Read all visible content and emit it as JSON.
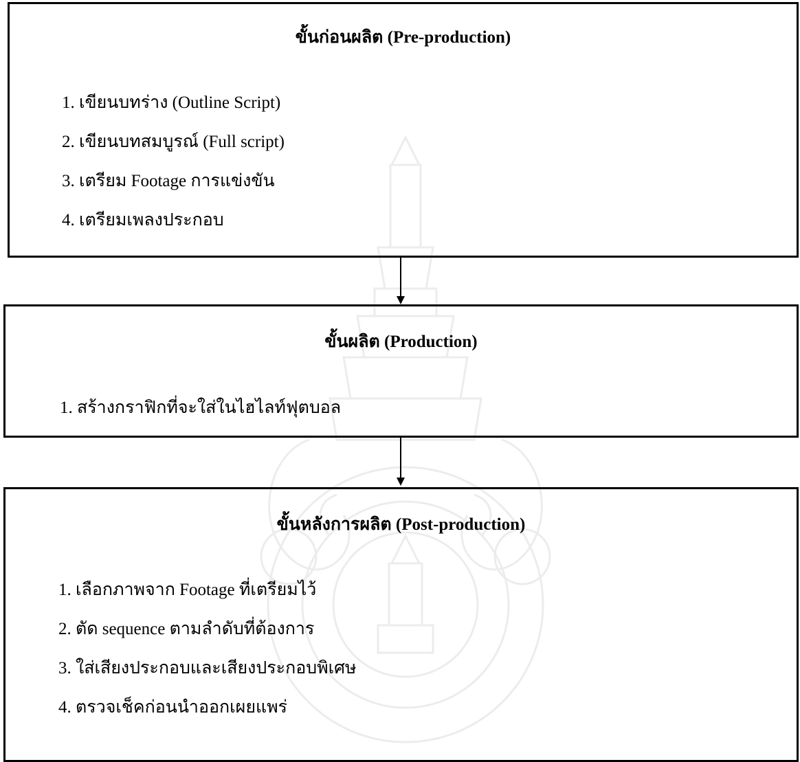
{
  "stages": [
    {
      "title": "ขั้นก่อนผลิต (Pre-production)",
      "items": [
        "1. เขียนบทร่าง (Outline Script)",
        "2. เขียนบทสมบูรณ์ (Full script)",
        "3. เตรียม Footage การแข่งขัน",
        "4. เตรียมเพลงประกอบ"
      ]
    },
    {
      "title": "ขั้นผลิต (Production)",
      "items": [
        "1. สร้างกราฟิกที่จะใส่ในไฮไลท์ฟุตบอล"
      ]
    },
    {
      "title": "ขั้นหลังการผลิต (Post-production)",
      "items": [
        "1. เลือกภาพจาก Footage ที่เตรียมไว้",
        "2. ตัด sequence ตามลำดับที่ต้องการ",
        "3. ใส่เสียงประกอบและเสียงประกอบพิเศษ",
        "4. ตรวจเช็คก่อนนำออกเผยแพร่"
      ]
    }
  ],
  "colors": {
    "border": "#000000",
    "watermark": "#8a8a8a"
  }
}
